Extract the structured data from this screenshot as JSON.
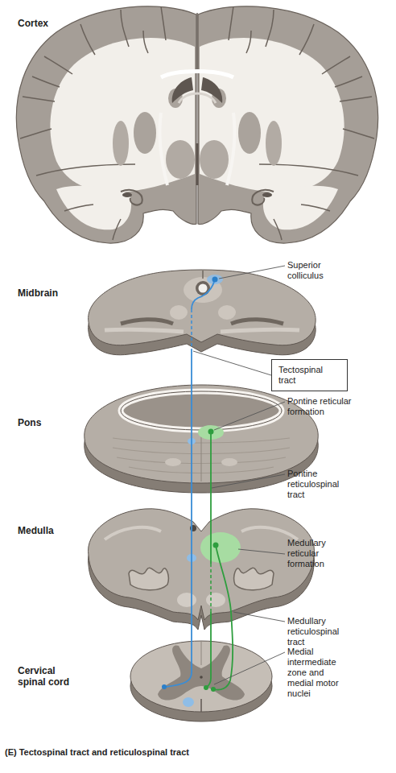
{
  "diagram": {
    "caption": "(E) Tectospinal tract and reticulospinal tract",
    "nodes": [
      {
        "text": [
          "Tectospinal tract"
        ]
      }
    ],
    "labels": [
      "Cortex",
      "Midbrain",
      "Superior colliculus",
      "Pons",
      "Pontine reticular formation",
      "Pontine reticulospinal tract",
      "Medulla",
      "Medullary reticular formation",
      "Medullary reticulospinal tract",
      "Cervical spinal cord",
      "Medial intermediate zone and medial motor nuclei"
    ]
  }
}
